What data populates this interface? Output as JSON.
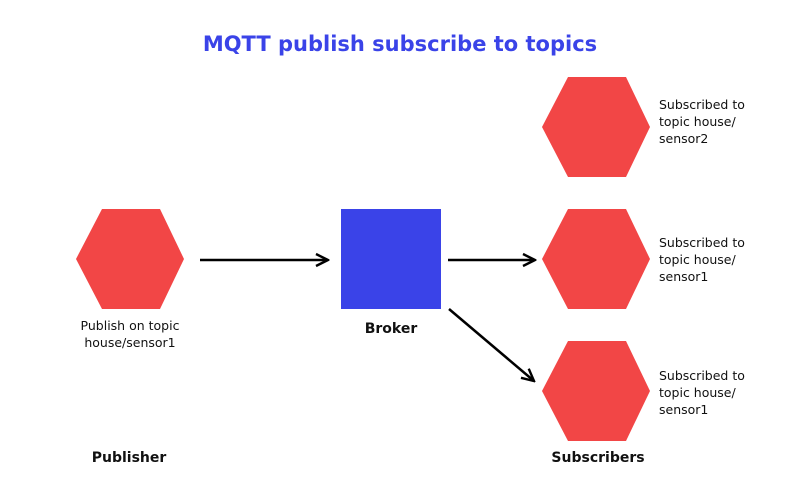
{
  "title": "MQTT publish subscribe to topics",
  "colors": {
    "node": "#f24646",
    "broker": "#3a43e8",
    "title": "#3a43e8",
    "arrow": "#000000"
  },
  "publisher": {
    "caption_line1": "Publish on topic",
    "caption_line2": "house/sensor1",
    "label": "Publisher"
  },
  "broker": {
    "label": "Broker"
  },
  "subscribers": {
    "label": "Subscribers",
    "items": [
      {
        "line1": "Subscribed to",
        "line2": "topic house/",
        "line3": "sensor2"
      },
      {
        "line1": "Subscribed to",
        "line2": "topic house/",
        "line3": "sensor1"
      },
      {
        "line1": "Subscribed to",
        "line2": "topic house/",
        "line3": "sensor1"
      }
    ]
  }
}
